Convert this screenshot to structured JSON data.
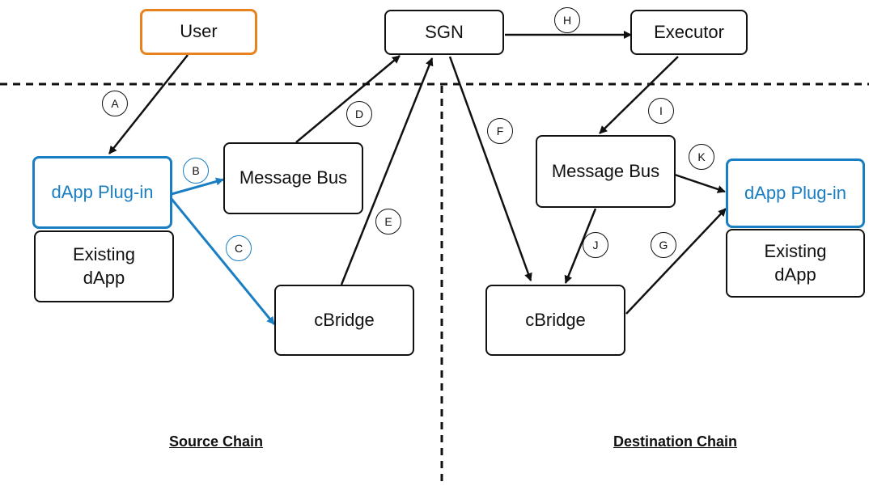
{
  "nodes": {
    "user": "User",
    "sgn": "SGN",
    "executor": "Executor",
    "src_plugin": "dApp Plug-in",
    "src_existing_line1": "Existing",
    "src_existing_line2": "dApp",
    "src_message_bus": "Message Bus",
    "src_cbridge": "cBridge",
    "dst_message_bus": "Message Bus",
    "dst_plugin": "dApp Plug-in",
    "dst_existing_line1": "Existing",
    "dst_existing_line2": "dApp",
    "dst_cbridge": "cBridge"
  },
  "steps": {
    "a": "A",
    "b": "B",
    "c": "C",
    "d": "D",
    "e": "E",
    "f": "F",
    "g": "G",
    "h": "H",
    "i": "I",
    "j": "J",
    "k": "K"
  },
  "sections": {
    "source": "Source Chain",
    "destination": "Destination Chain"
  },
  "colors": {
    "line": "#111111",
    "user_border": "#e8821e",
    "plugin_blue": "#1a7ec2"
  }
}
